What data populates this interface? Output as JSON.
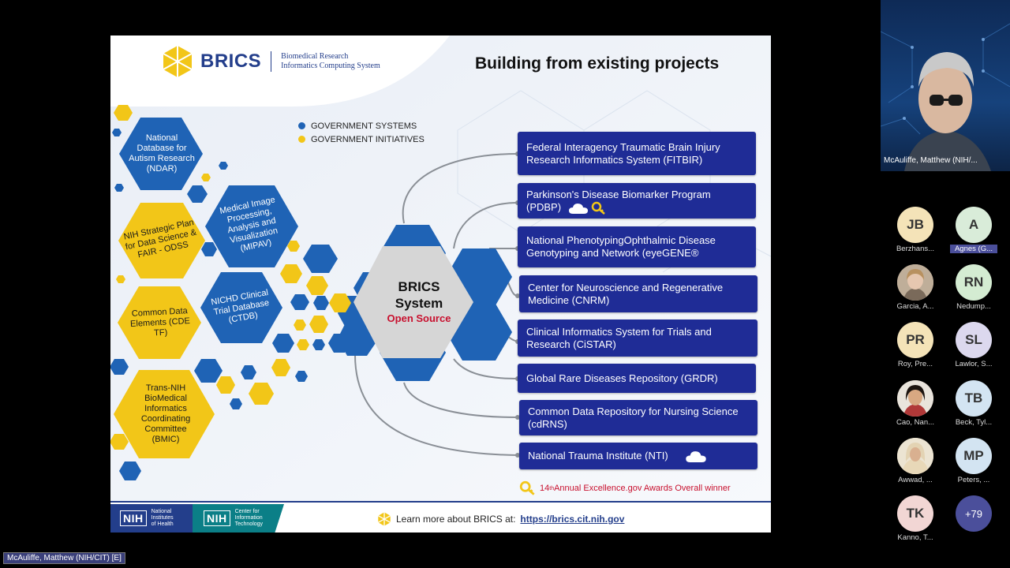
{
  "slide": {
    "brand_name": "BRICS",
    "brand_sub_line1": "Biomedical Research",
    "brand_sub_line2": "Informatics Computing System",
    "title": "Building from existing projects",
    "legend": [
      {
        "label": "GOVERNMENT SYSTEMS",
        "color": "#1f63b5"
      },
      {
        "label": "GOVERNMENT INITIATIVES",
        "color": "#f2c618"
      }
    ],
    "hex_labels": {
      "ndar": "National Database for Autism Research (NDAR)",
      "mipav": "Medical Image Processing, Analysis and Visualization (MIPAV)",
      "odss": "NIH Strategic Plan for Data Science & FAIR - ODSS",
      "ctdb": "NICHD Clinical Trial Database (CTDB)",
      "cde": "Common Data Elements (CDE TF)",
      "bmic": "Trans-NIH BioMedical Informatics Coordinating Committee (BMIC)"
    },
    "center_title_1": "BRICS",
    "center_title_2": "System",
    "center_sub": "Open Source",
    "projects": [
      {
        "label": "Federal Interagency Traumatic Brain Injury Research Informatics System (FITBIR)"
      },
      {
        "label": "Parkinson's Disease Biomarker Program (PDBP)"
      },
      {
        "label": "National PhenotypingOphthalmic Disease Genotyping and Network (eyeGENE®"
      },
      {
        "label": "Center for Neuroscience and Regenerative Medicine (CNRM)"
      },
      {
        "label": "Clinical Informatics System for Trials and Research (CiSTAR)"
      },
      {
        "label": "Global Rare Diseases Repository (GRDR)"
      },
      {
        "label": "Common Data Repository for Nursing Science (cdRNS)"
      },
      {
        "label": "National Trauma Institute (NTI)"
      }
    ],
    "award_num": "14",
    "award_sup": "th",
    "award_text": " Annual Excellence.gov Awards Overall winner",
    "footer": {
      "nih_badge": "NIH",
      "nih_sub_1": "National",
      "nih_sub_2": "Institutes",
      "nih_sub_3": "of Health",
      "cit_badge": "NIH",
      "cit_sub_1": "Center for",
      "cit_sub_2": "Information",
      "cit_sub_3": "Technology",
      "learn_text": "Learn more about BRICS at:",
      "learn_link": "https://brics.cit.nih.gov"
    }
  },
  "self_view": {
    "name": "McAuliffe, Matthew (NIH/..."
  },
  "participants": [
    {
      "initials": "JB",
      "name": "Berzhans...",
      "bg": "#f4e3b8"
    },
    {
      "initials": "A",
      "name": "Agnes (G...",
      "bg": "#d9ecd9",
      "highlight": true
    },
    {
      "initials": "",
      "name": "Garcia, A...",
      "bg": "#c9b9a5",
      "photo": true
    },
    {
      "initials": "RN",
      "name": "Nedump...",
      "bg": "#d4ecd2"
    },
    {
      "initials": "PR",
      "name": "Roy, Pre...",
      "bg": "#f4e3b8"
    },
    {
      "initials": "SL",
      "name": "Lawlor, S...",
      "bg": "#dcd8ee"
    },
    {
      "initials": "",
      "name": "Cao, Nan...",
      "bg": "#8a6a58",
      "photo": true
    },
    {
      "initials": "TB",
      "name": "Beck, Tyl...",
      "bg": "#d3e4f2"
    },
    {
      "initials": "",
      "name": "Awwad, ...",
      "bg": "#d8c8a8",
      "photo": true
    },
    {
      "initials": "MP",
      "name": "Peters, ...",
      "bg": "#d3e4f2"
    },
    {
      "initials": "TK",
      "name": "Kanno, T...",
      "bg": "#f2d6d4"
    },
    {
      "initials": "+79",
      "name": "",
      "bg": "#4b4f9b"
    }
  ],
  "active_speaker": "McAuliffe, Matthew (NIH/CIT) [E]",
  "colors": {
    "system_blue": "#1f63b5",
    "initiative_yellow": "#f2c618",
    "project_box": "#1f2c96",
    "brand_navy": "#233e8b",
    "accent_red": "#c8102e"
  }
}
